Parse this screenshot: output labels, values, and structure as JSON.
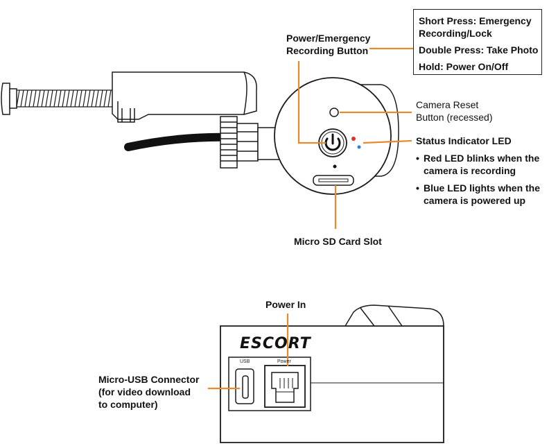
{
  "labels": {
    "power_button": [
      "Power/Emergency",
      "Recording Button"
    ],
    "reset_button": [
      "Camera Reset",
      "Button (recessed)"
    ],
    "status_led": "Status Indicator LED",
    "bullets": [
      [
        "Red LED blinks when the",
        "camera is recording"
      ],
      [
        "Blue LED lights when the",
        "camera is powered up"
      ]
    ],
    "sd_slot": "Micro SD Card Slot",
    "power_in": "Power In",
    "micro_usb": [
      "Micro-USB Connector",
      "(for video download",
      "to computer)"
    ]
  },
  "callout_box": {
    "rows": [
      "Short Press: Emergency",
      "Recording/Lock",
      "Double Press: Take Photo",
      "Hold: Power On/Off"
    ]
  },
  "device": {
    "brand": "ESCORT",
    "port_usb": "USB",
    "port_power": "Power"
  },
  "colors": {
    "leader_line": "#e8892b",
    "red_led": "#d9342b",
    "blue_led": "#2f7fd6",
    "outline": "#1a1a1a"
  },
  "icons": {
    "power": "power-icon"
  }
}
